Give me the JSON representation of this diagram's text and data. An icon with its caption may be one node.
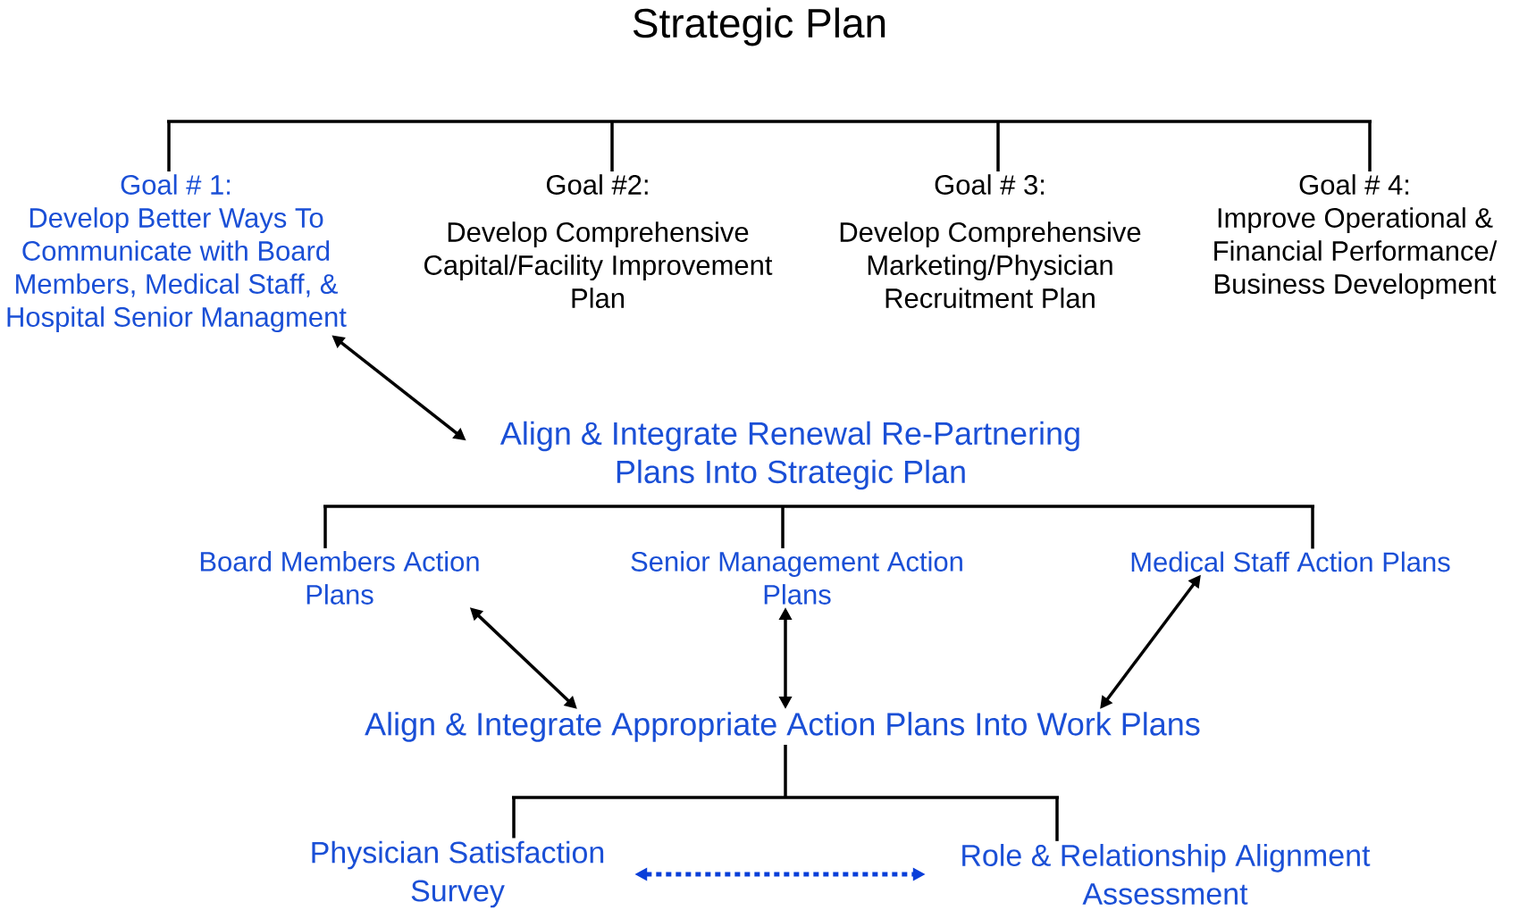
{
  "diagram": {
    "title": "Strategic Plan",
    "nodes": [
      {
        "text": [
          "Goal # 1:",
          "Develop Better Ways To Communicate with Board Members, Medical Staff, & Hospital Senior Managment"
        ]
      },
      {
        "text": [
          "Goal #2:",
          "Develop Comprehensive Capital/Facility Improvement Plan"
        ]
      },
      {
        "text": [
          "Goal # 3:",
          "Develop Comprehensive Marketing/Physician Recruitment Plan"
        ]
      },
      {
        "text": [
          "Goal # 4:",
          "Improve Operational & Financial Performance/ Business Development"
        ]
      },
      {
        "text": [
          "Align & Integrate Renewal Re-Partnering Plans Into Strategic Plan"
        ]
      },
      {
        "text": [
          "Board Members Action Plans"
        ]
      },
      {
        "text": [
          "Senior Management Action Plans"
        ]
      },
      {
        "text": [
          "Medical Staff Action Plans"
        ]
      },
      {
        "text": [
          "Align & Integrate Appropriate Action Plans Into Work Plans"
        ]
      },
      {
        "text": [
          "Physician Satisfaction Survey"
        ]
      },
      {
        "text": [
          "Role & Relationship Alignment Assessment"
        ]
      }
    ],
    "edges": [
      {
        "from": null,
        "to": 0,
        "arrow": "none"
      },
      {
        "from": null,
        "to": 1,
        "arrow": "none"
      },
      {
        "from": null,
        "to": 2,
        "arrow": "none"
      },
      {
        "from": null,
        "to": 3,
        "arrow": "none"
      },
      {
        "from": 0,
        "to": 4,
        "arrow": "both"
      },
      {
        "from": null,
        "to": 5,
        "arrow": "none"
      },
      {
        "from": null,
        "to": 6,
        "arrow": "none"
      },
      {
        "from": null,
        "to": 7,
        "arrow": "none"
      },
      {
        "from": 5,
        "to": 8,
        "arrow": "both"
      },
      {
        "from": 6,
        "to": 8,
        "arrow": "both"
      },
      {
        "from": 7,
        "to": 8,
        "arrow": "both"
      },
      {
        "from": 8,
        "to": 9,
        "arrow": "none"
      },
      {
        "from": 8,
        "to": 10,
        "arrow": "none"
      },
      {
        "from": 9,
        "to": 10,
        "arrow": "both",
        "style": "dashed",
        "color": "#0a3fd9"
      }
    ]
  }
}
